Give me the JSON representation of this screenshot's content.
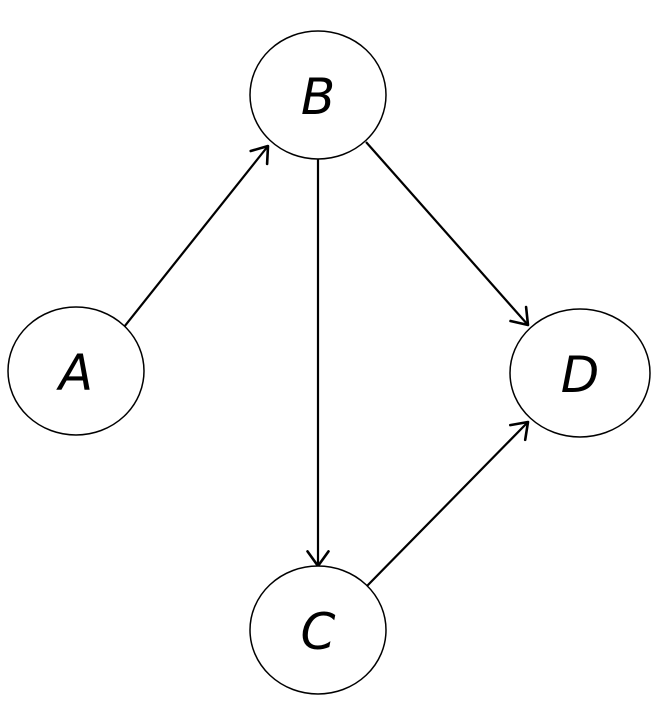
{
  "diagram": {
    "nodes": [
      {
        "id": "A",
        "label": "A"
      },
      {
        "id": "B",
        "label": "B"
      },
      {
        "id": "C",
        "label": "C"
      },
      {
        "id": "D",
        "label": "D"
      }
    ],
    "edges": [
      {
        "from": "A",
        "to": "B"
      },
      {
        "from": "B",
        "to": "C"
      },
      {
        "from": "B",
        "to": "D"
      },
      {
        "from": "C",
        "to": "D"
      }
    ],
    "colors": {
      "stroke": "#000000",
      "fill": "#ffffff",
      "background": "#ffffff"
    }
  }
}
